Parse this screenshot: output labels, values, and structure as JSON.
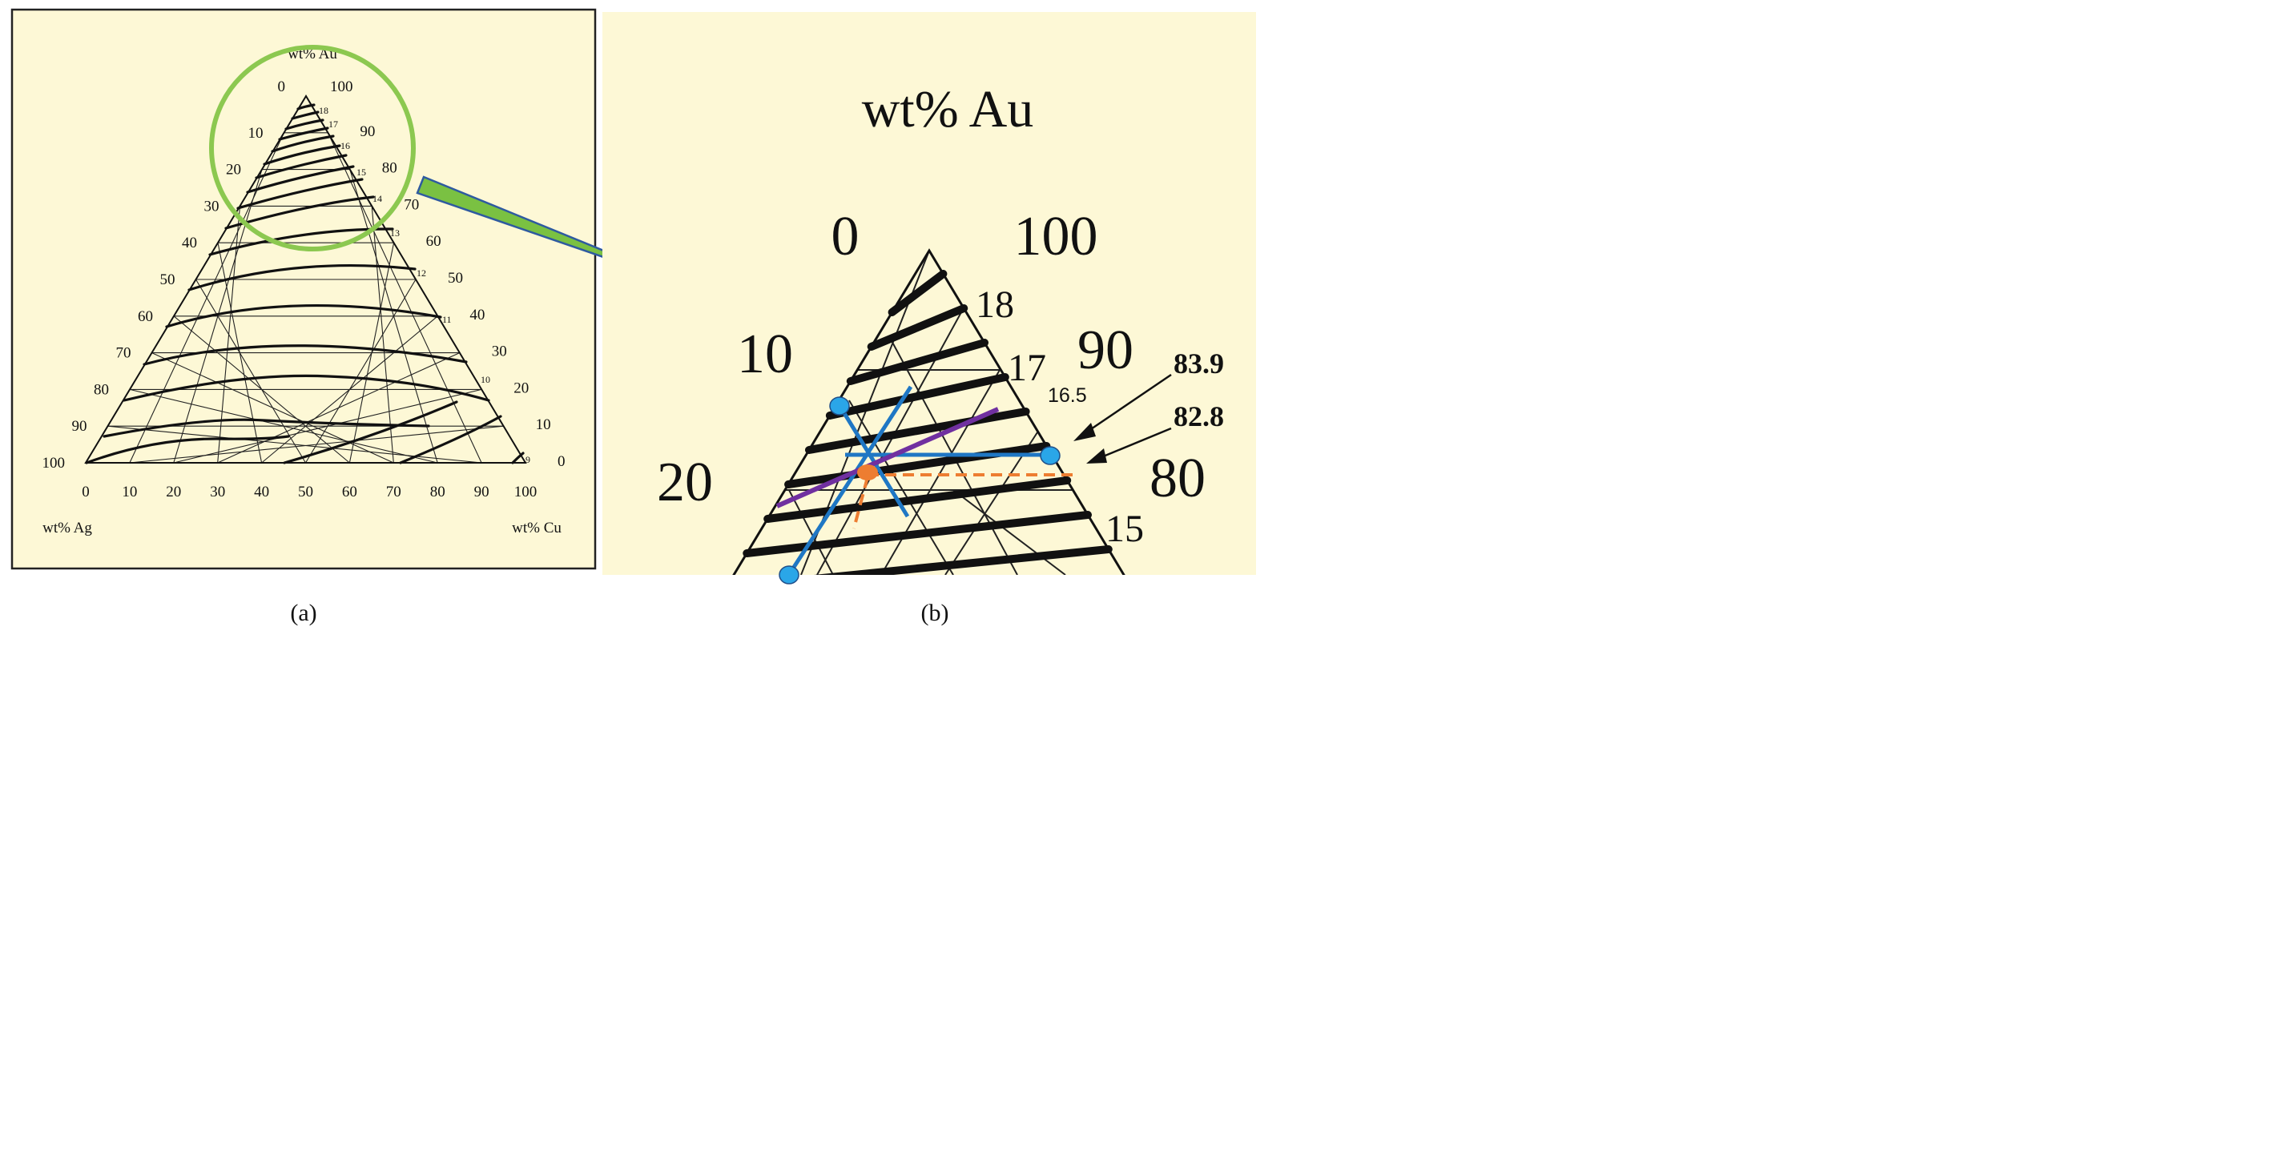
{
  "panel_a": {
    "axis_label_au": "wt% Au",
    "axis_label_ag": "wt% Ag",
    "axis_label_cu": "wt% Cu",
    "left_ticks": [
      "0",
      "10",
      "20",
      "30",
      "40",
      "50",
      "60",
      "70",
      "80",
      "90",
      "100"
    ],
    "right_ticks": [
      "100",
      "90",
      "80",
      "70",
      "60",
      "50",
      "40",
      "30",
      "20",
      "10",
      "0"
    ],
    "bottom_ticks": [
      "0",
      "10",
      "20",
      "30",
      "40",
      "50",
      "60",
      "70",
      "80",
      "90",
      "100"
    ],
    "contour_labels": [
      "18",
      "17",
      "16",
      "15",
      "14",
      "13",
      "12",
      "11",
      "10",
      "9"
    ],
    "caption": "(a)"
  },
  "panel_b": {
    "axis_label_au": "wt% Au",
    "left_ticks": [
      "0",
      "10",
      "20"
    ],
    "right_ticks": [
      "100",
      "90",
      "80"
    ],
    "contour_labels": [
      "18",
      "17",
      "15"
    ],
    "marker_label": "16.5",
    "value_upper": "83.9",
    "value_lower": "82.8",
    "caption": "(b)"
  },
  "colors": {
    "panel_bg": "#fdf8d6",
    "zoom_circle": "#8cc850",
    "arrow_fill": "#7ac142",
    "arrow_stroke": "#2e5aa0",
    "tie_line": "#1f77c4",
    "point_fill": "#2aa6e8",
    "composition_point": "#ed7d31",
    "isotherm_line": "#7030a0"
  }
}
